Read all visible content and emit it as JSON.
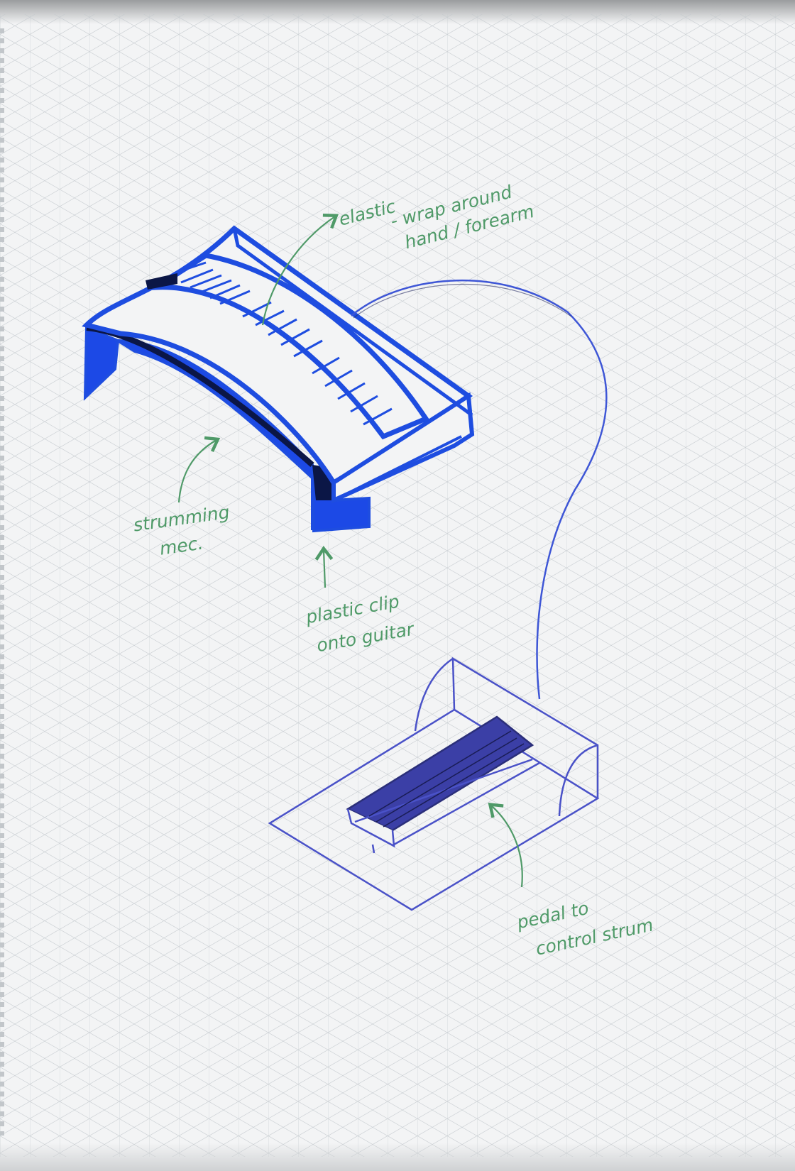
{
  "annotations": {
    "elastic": {
      "line1": "elastic",
      "line2": "- wrap around",
      "line3": "hand / forearm"
    },
    "strumming": {
      "line1": "strumming",
      "line2": "mec."
    },
    "clip": {
      "line1": "plastic clip",
      "line2": "onto guitar"
    },
    "pedal": {
      "line1": "pedal to",
      "line2": "control strum"
    }
  },
  "colors": {
    "paper": "#f3f4f5",
    "grid": "#b9bec4",
    "marker_blue": "#1e4de0",
    "pen_violet": "#4a52c8",
    "annotation_green": "#4f9a68"
  }
}
